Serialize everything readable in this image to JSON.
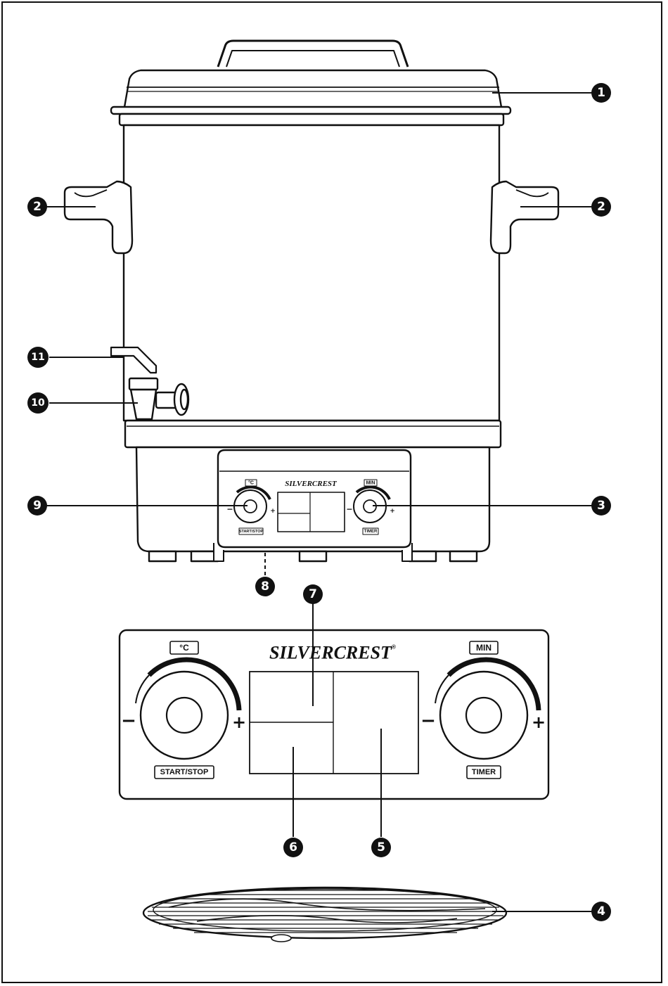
{
  "brand": "SILVERCREST",
  "brand_mark": "®",
  "panel": {
    "temp_unit_label": "°C",
    "start_stop_label": "START/STOP",
    "min_label": "MIN",
    "timer_label": "TIMER",
    "minus": "−",
    "plus": "+"
  },
  "callouts": {
    "c1": "1",
    "c2a": "2",
    "c2b": "2",
    "c3": "3",
    "c4": "4",
    "c5": "5",
    "c6": "6",
    "c7": "7",
    "c8": "8",
    "c9": "9",
    "c10": "10",
    "c11": "11"
  }
}
